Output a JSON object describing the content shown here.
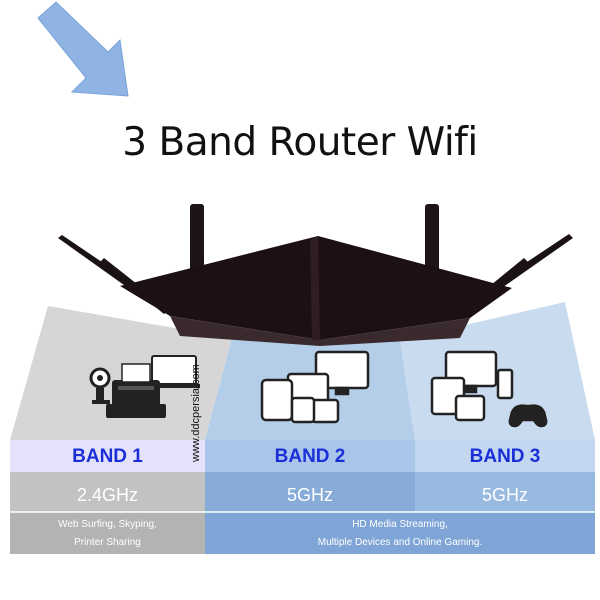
{
  "title": "3 Band Router Wifi",
  "watermark": "www.ddcpersia.com",
  "bands": [
    {
      "label": "BAND 1",
      "frequency": "2.4GHz",
      "uses": [
        "Web Surfing, Skyping,",
        "Printer Sharing"
      ]
    },
    {
      "label": "BAND 2",
      "frequency": "5GHz"
    },
    {
      "label": "BAND 3",
      "frequency": "5GHz"
    }
  ],
  "shared_uses": [
    "HD Media Streaming,",
    "Multiple Devices and Online Gaming."
  ],
  "icons": {
    "pointer": "arrow-icon",
    "device": "router-icon",
    "band1": "printer-camera-laptop-icon",
    "band2": "multi-screen-devices-icon",
    "band3": "devices-gaming-icon"
  },
  "colors": {
    "band1_panel": "#d9d9d9",
    "band2_panel": "#b8d0ea",
    "band3_panel": "#c7daee",
    "label_text": "#1a2fd8",
    "arrow": "#8fb4e4"
  }
}
